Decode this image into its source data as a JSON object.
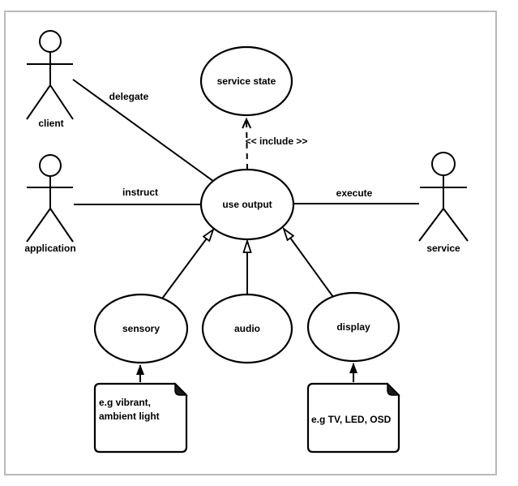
{
  "diagram": {
    "type": "uml-use-case-diagram",
    "colors": {
      "stroke": "#000000",
      "shape_fill": "#ffffff",
      "frame_border": "#b9b9b9",
      "background": "#ffffff",
      "note_fold": "#1a1a1a"
    },
    "actors": [
      {
        "id": "client",
        "label": "client"
      },
      {
        "id": "application",
        "label": "application"
      },
      {
        "id": "service",
        "label": "service"
      }
    ],
    "use_cases": [
      {
        "id": "service-state",
        "label": "service state"
      },
      {
        "id": "use-output",
        "label": "use output"
      },
      {
        "id": "sensory",
        "label": "sensory"
      },
      {
        "id": "audio",
        "label": "audio"
      },
      {
        "id": "display",
        "label": "display"
      }
    ],
    "edges": [
      {
        "id": "delegate",
        "label": "delegate",
        "from": "client",
        "to": "use output",
        "style": "solid"
      },
      {
        "id": "instruct",
        "label": "instruct",
        "from": "application",
        "to": "use output",
        "style": "solid"
      },
      {
        "id": "execute",
        "label": "execute",
        "from": "use output",
        "to": "service",
        "style": "solid"
      },
      {
        "id": "include",
        "label": "<< include >>",
        "from": "use output",
        "to": "service state",
        "style": "dashed-open-arrow"
      },
      {
        "id": "sensory-to-useoutput",
        "label": "",
        "from": "sensory",
        "to": "use output",
        "style": "open-thin-arrow"
      },
      {
        "id": "audio-to-useoutput",
        "label": "",
        "from": "audio",
        "to": "use output",
        "style": "open-thin-arrow"
      },
      {
        "id": "display-to-useoutput",
        "label": "",
        "from": "display",
        "to": "use output",
        "style": "open-thin-arrow"
      }
    ],
    "notes": [
      {
        "id": "note-sensory",
        "text": "e.g vibrant,\nambient light",
        "attached_to": "sensory"
      },
      {
        "id": "note-display",
        "text": "e.g TV, LED, OSD",
        "attached_to": "display"
      }
    ]
  }
}
